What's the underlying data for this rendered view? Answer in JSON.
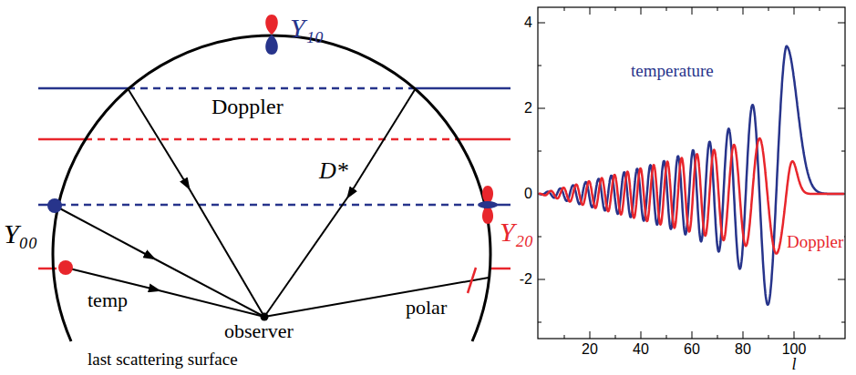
{
  "diagram": {
    "labels": [
      "Y₁₀",
      "Doppler",
      "D*",
      "Y₀₀",
      "temp",
      "observer",
      "polar",
      "Y₂₀",
      "last scattering surface",
      "temperature",
      "Doppler",
      "4",
      "2",
      "0",
      "-2",
      "20",
      "40",
      "60",
      "80",
      "100",
      "l"
    ]
  }
}
